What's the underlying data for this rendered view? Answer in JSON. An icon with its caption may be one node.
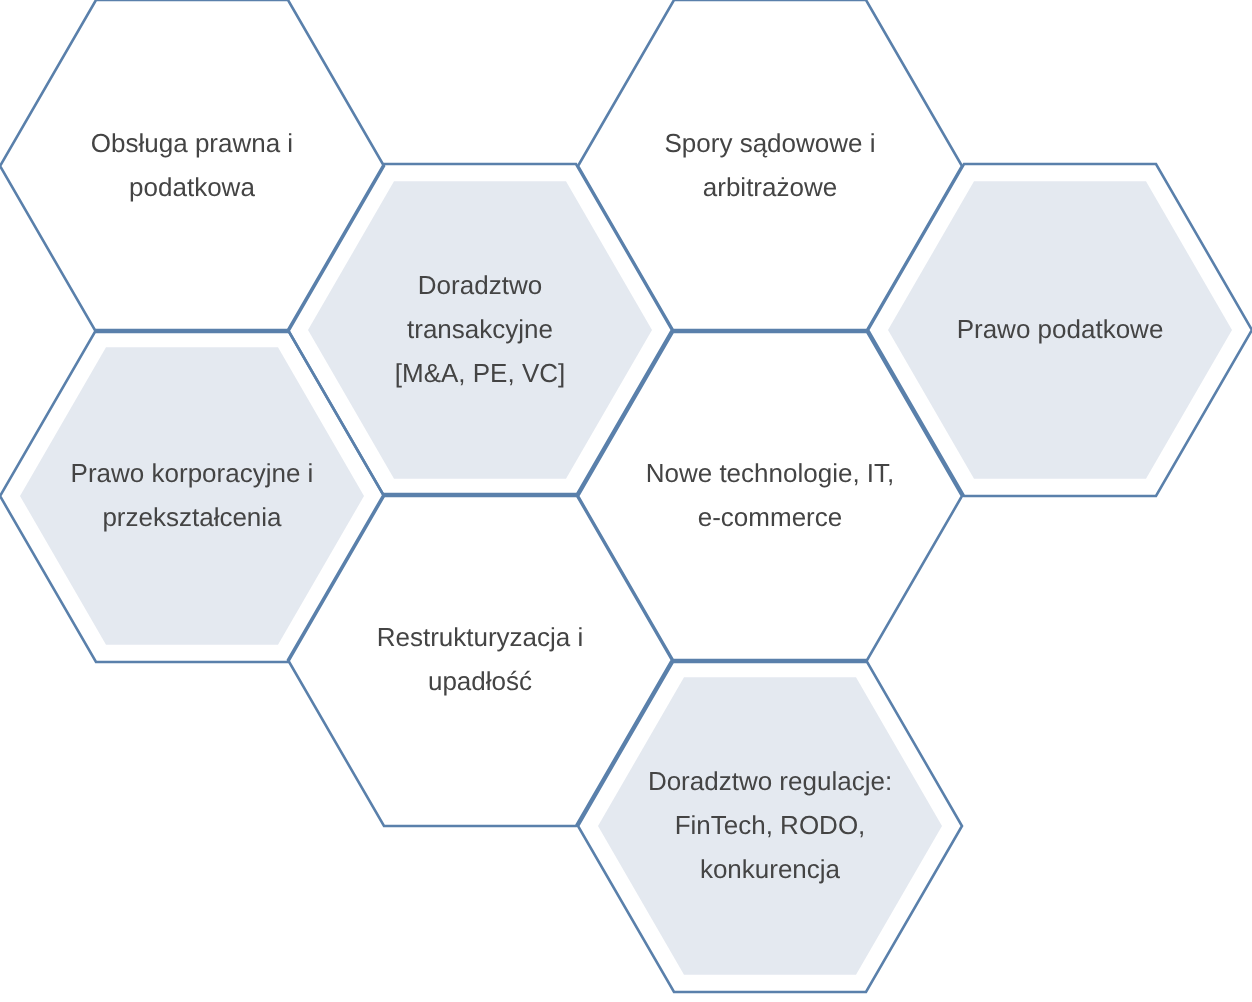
{
  "diagram": {
    "nodes": [
      {
        "text": [
          "Obsługa prawna i podatkowa"
        ]
      },
      {
        "text": [
          "Spory sądowowe i arbitrażowe"
        ]
      },
      {
        "text": [
          "Doradztwo transakcyjne [M&A, PE, VC]"
        ]
      },
      {
        "text": [
          "Prawo podatkowe"
        ]
      },
      {
        "text": [
          "Prawo korporacyjne i przekształcenia"
        ]
      },
      {
        "text": [
          "Nowe technologie, IT, e-commerce"
        ]
      },
      {
        "text": [
          "Restrukturyzacja i upadłość"
        ]
      },
      {
        "text": [
          "Doradztwo regulacje: FinTech, RODO, konkurencja"
        ]
      }
    ]
  }
}
